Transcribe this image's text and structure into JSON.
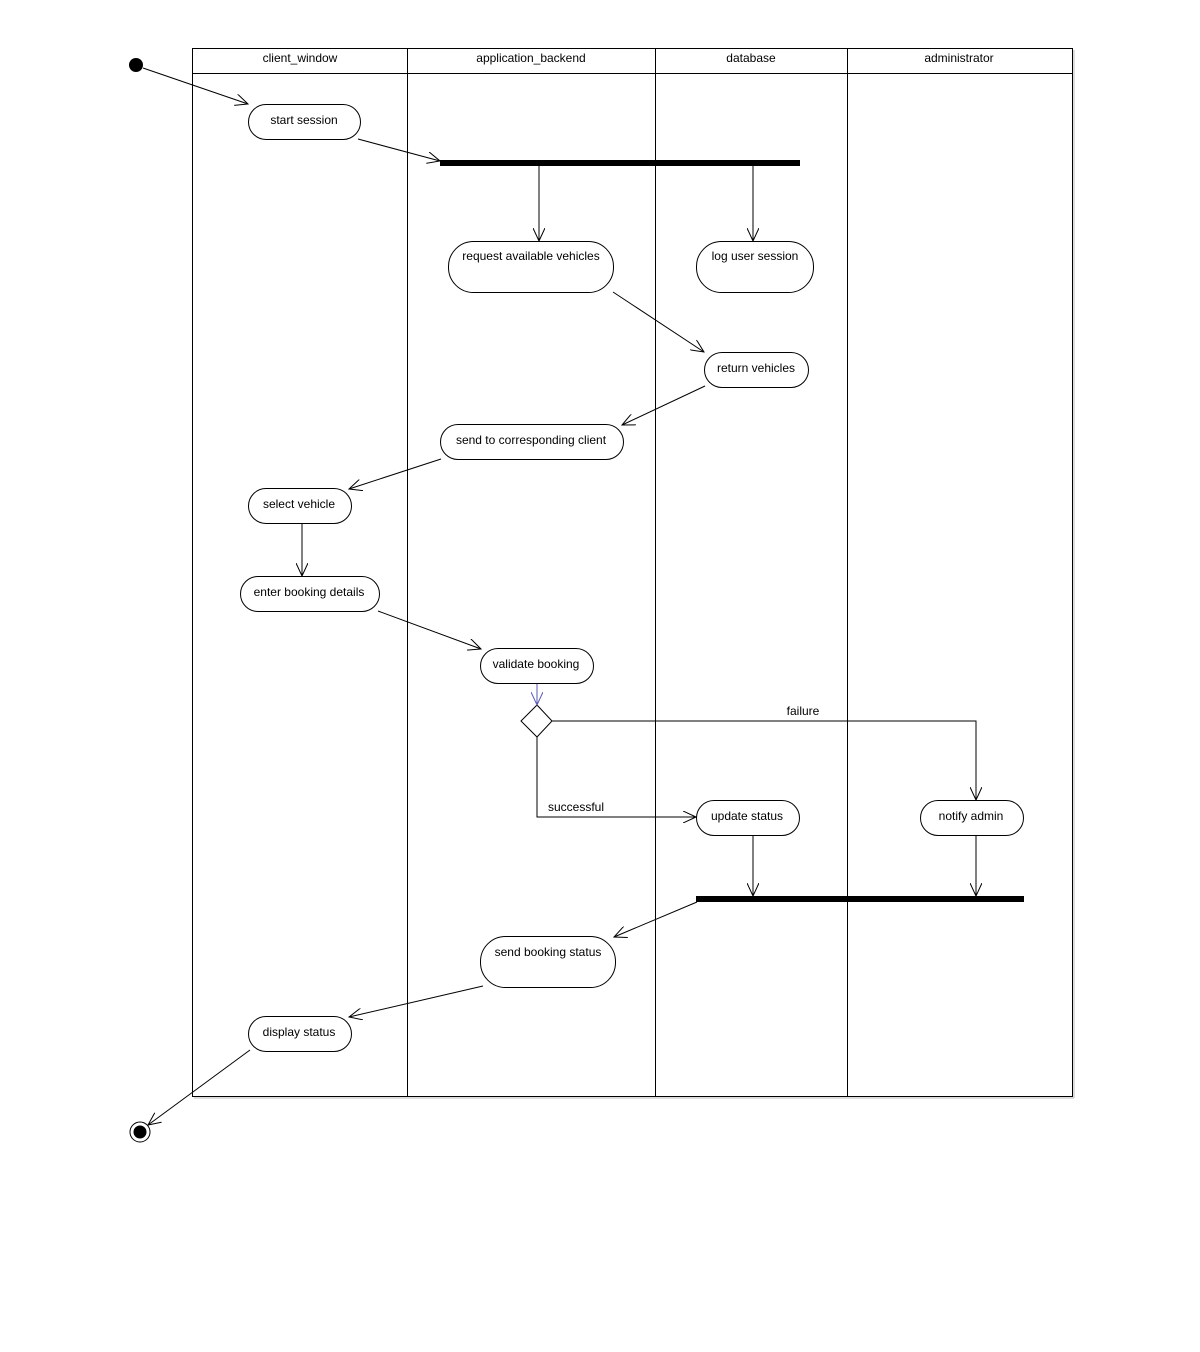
{
  "diagram": {
    "type": "uml-activity-diagram",
    "colors": {
      "line": "#000000",
      "background": "#ffffff",
      "decision_entry_arrow": "#5a5ab4"
    },
    "lanes": [
      {
        "id": "client",
        "title": "client_window"
      },
      {
        "id": "backend",
        "title": "application_backend"
      },
      {
        "id": "database",
        "title": "database"
      },
      {
        "id": "admin",
        "title": "administrator"
      }
    ],
    "actions": {
      "start_session": "start session",
      "request_vehicles": "request available vehicles",
      "log_session": "log user session",
      "return_vehicles": "return vehicles",
      "send_to_client": "send to corresponding client",
      "select_vehicle": "select vehicle",
      "enter_booking": "enter booking details",
      "validate_booking": "validate booking",
      "update_status": "update status",
      "notify_admin": "notify admin",
      "send_status": "send booking status",
      "display_status": "display status"
    },
    "guards": {
      "failure": "failure",
      "successful": "successful"
    },
    "flow": [
      [
        "initial",
        "start_session"
      ],
      [
        "start_session",
        "fork"
      ],
      [
        "fork",
        "request_vehicles"
      ],
      [
        "fork",
        "log_session"
      ],
      [
        "request_vehicles",
        "return_vehicles"
      ],
      [
        "return_vehicles",
        "send_to_client"
      ],
      [
        "send_to_client",
        "select_vehicle"
      ],
      [
        "select_vehicle",
        "enter_booking"
      ],
      [
        "enter_booking",
        "validate_booking"
      ],
      [
        "validate_booking",
        "decision"
      ],
      [
        "decision",
        "update_status",
        "successful"
      ],
      [
        "decision",
        "notify_admin",
        "failure"
      ],
      [
        "update_status",
        "join"
      ],
      [
        "notify_admin",
        "join"
      ],
      [
        "join",
        "send_status"
      ],
      [
        "send_status",
        "display_status"
      ],
      [
        "display_status",
        "final"
      ]
    ]
  }
}
